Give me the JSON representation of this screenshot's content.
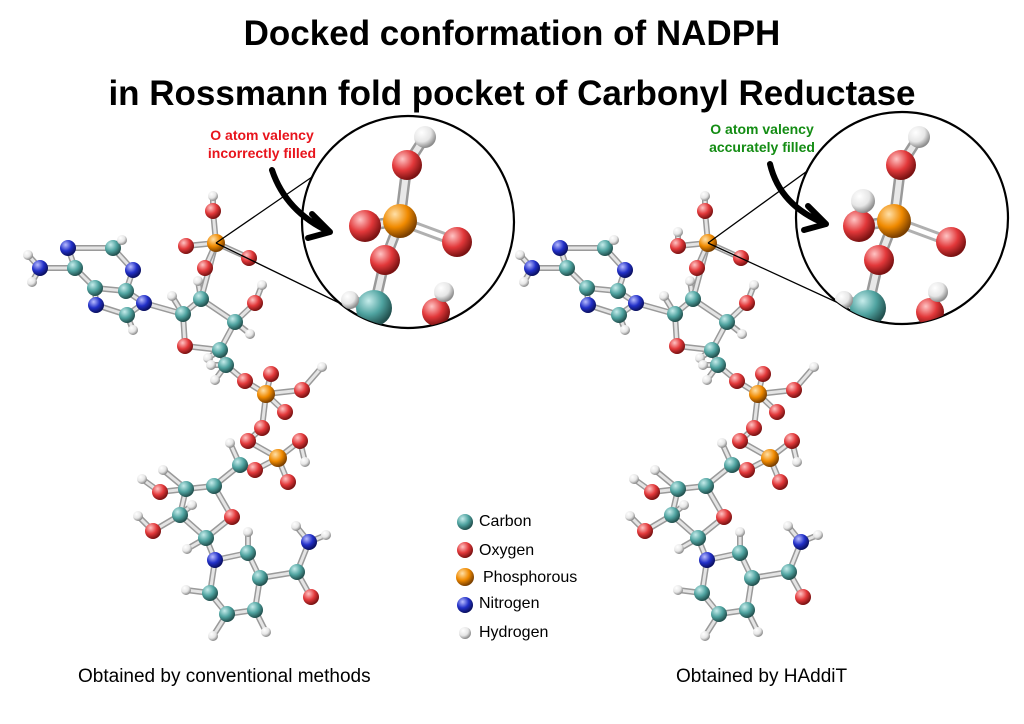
{
  "title": {
    "line1": "Docked conformation of NADPH",
    "line2": "in Rossmann fold pocket of Carbonyl Reductase"
  },
  "callouts": {
    "left": [
      "O atom valency",
      "incorrectly filled"
    ],
    "right": [
      "O atom valency",
      "accurately filled"
    ]
  },
  "captions": {
    "left": "Obtained by conventional methods",
    "right": "Obtained by HAddiT"
  },
  "legend": [
    {
      "label": "Carbon",
      "color": "#4fa3a0"
    },
    {
      "label": "Oxygen",
      "color": "#e2383a"
    },
    {
      "label": "Phosphorous",
      "color": "#f08a00"
    },
    {
      "label": "Nitrogen",
      "color": "#2230c8"
    },
    {
      "label": "Hydrogen",
      "color": "#e8e8e8"
    }
  ],
  "colors": {
    "carbon": "#4fa3a0",
    "oxygen": "#e2383a",
    "phosphorus": "#f08a00",
    "nitrogen": "#2230c8",
    "hydrogen": "#e8e8e8",
    "bond": "#c8c8c8",
    "callout_incorrect": "#e8141c",
    "callout_correct": "#138c13"
  }
}
